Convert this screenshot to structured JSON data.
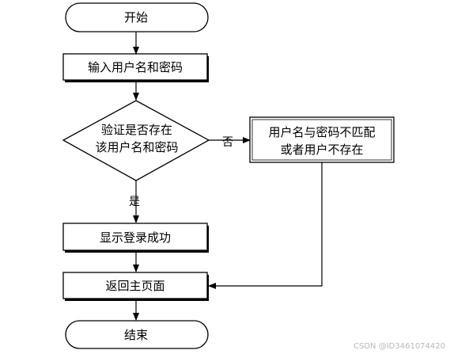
{
  "flowchart": {
    "start": "开始",
    "input_credentials": "输入用户名和密码",
    "verify_line1": "验证是否存在",
    "verify_line2": "该用户名和密码",
    "label_no": "否",
    "label_yes": "是",
    "mismatch_line1": "用户名与密码不匹配",
    "mismatch_line2": "或者用户不存在",
    "login_success": "显示登录成功",
    "return_home": "返回主页面",
    "end": "结束"
  },
  "watermark": "CSDN @ID3461074420",
  "colors": {
    "stroke": "#000000",
    "background": "#ffffff"
  }
}
